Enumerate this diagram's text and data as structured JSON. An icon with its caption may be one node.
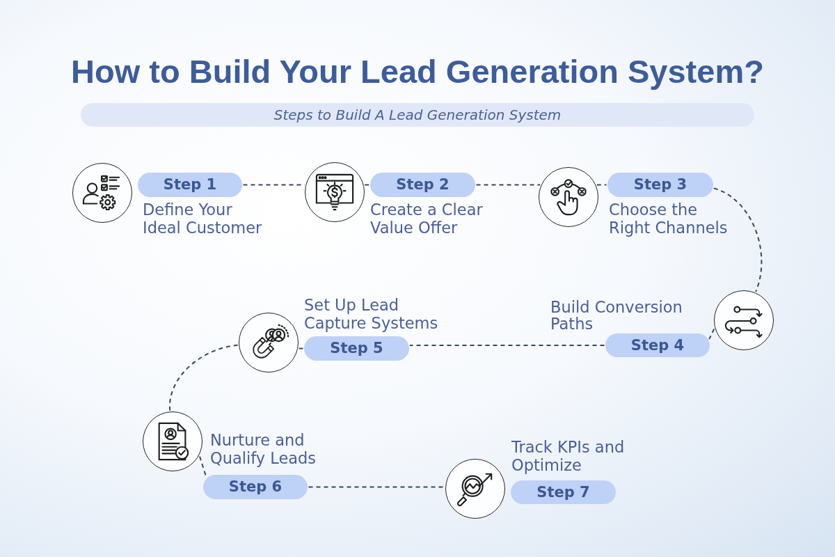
{
  "diagram": {
    "title": "How to Build Your Lead Generation System?",
    "nodes": [
      {
        "text": [
          "Steps to Build A Lead Generation System"
        ]
      },
      {
        "text": [],
        "shape": "circle"
      },
      {
        "text": [
          "Step 1"
        ],
        "beside": [
          "Define Your Ideal Customer"
        ]
      },
      {
        "text": [],
        "shape": "circle"
      },
      {
        "text": [
          "Step 2"
        ],
        "beside": [
          "Create a Clear Value Offer"
        ]
      },
      {
        "text": [],
        "shape": "circle"
      },
      {
        "text": [
          "Step 3"
        ],
        "beside": [
          "Choose the Right Channels"
        ]
      },
      {
        "text": [],
        "shape": "circle"
      },
      {
        "text": [
          "Step 4"
        ],
        "beside": [
          "Build Conversion Paths"
        ]
      },
      {
        "text": [],
        "shape": "circle"
      },
      {
        "text": [
          "Step 5"
        ],
        "beside": [
          "Set Up Lead Capture Systems"
        ]
      },
      {
        "text": [],
        "shape": "circle"
      },
      {
        "text": [
          "Step 6"
        ],
        "beside": [
          "Nurture and Qualify Leads"
        ]
      },
      {
        "text": [],
        "shape": "circle"
      },
      {
        "text": [
          "Step 7"
        ],
        "beside": [
          "Track KPIs and Optimize"
        ]
      }
    ],
    "edges": [
      {
        "from": 2,
        "to": 3,
        "arrow": "none",
        "style": "dashed"
      },
      {
        "from": 3,
        "to": 4,
        "arrow": "none",
        "style": "dashed"
      },
      {
        "from": 4,
        "to": 5,
        "arrow": "none",
        "style": "dashed"
      },
      {
        "from": 5,
        "to": 6,
        "arrow": "none",
        "style": "dashed"
      },
      {
        "from": 6,
        "to": 7,
        "arrow": "none",
        "style": "dashed"
      },
      {
        "from": 7,
        "to": 8,
        "arrow": "none",
        "style": "dashed"
      },
      {
        "from": 8,
        "to": 10,
        "arrow": "none",
        "style": "dashed"
      },
      {
        "from": 10,
        "to": 9,
        "arrow": "none",
        "style": "dashed"
      },
      {
        "from": 9,
        "to": 11,
        "arrow": "none",
        "style": "dashed"
      },
      {
        "from": 11,
        "to": 12,
        "arrow": "none",
        "style": "dashed"
      },
      {
        "from": 12,
        "to": 13,
        "arrow": "none",
        "style": "dashed"
      }
    ]
  }
}
